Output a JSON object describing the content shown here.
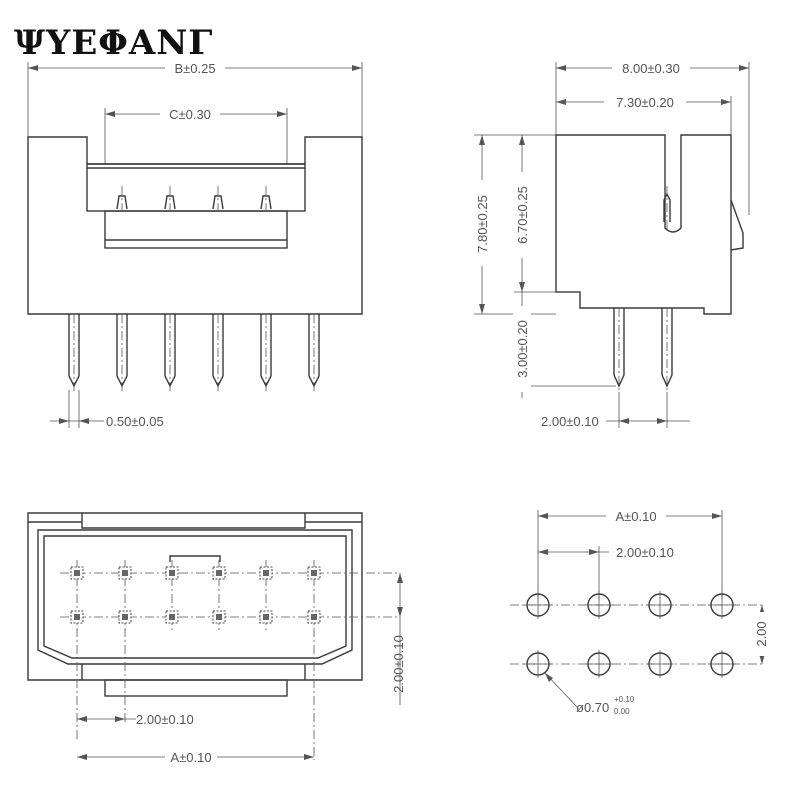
{
  "brand": {
    "logo_text": "ΨΥΕΦΑΝΓ"
  },
  "front_view": {
    "dim_width": "B±0.25",
    "dim_inner": "C±0.30",
    "dim_pin_thickness": "0.50±0.05"
  },
  "side_view": {
    "dim_total_depth": "8.00±0.30",
    "dim_body_depth": "7.30±0.20",
    "dim_total_height": "7.80±0.25",
    "dim_body_height": "6.70±0.25",
    "dim_pin_length": "3.00±0.20",
    "dim_pin_pitch": "2.00±0.10"
  },
  "bottom_view": {
    "dim_row_pitch": "2.00±0.10",
    "dim_col_pitch": "2.00±0.10",
    "dim_overall": "A±0.10",
    "columns": 6,
    "rows": 2
  },
  "pcb_layout": {
    "dim_overall": "A±0.10",
    "dim_col_pitch": "2.00±0.10",
    "dim_row_pitch": "2.00",
    "dim_hole": "ø0.70",
    "dim_hole_tol_plus": "+0.10",
    "dim_hole_tol_minus": "0.00",
    "columns": 4,
    "rows": 2
  }
}
